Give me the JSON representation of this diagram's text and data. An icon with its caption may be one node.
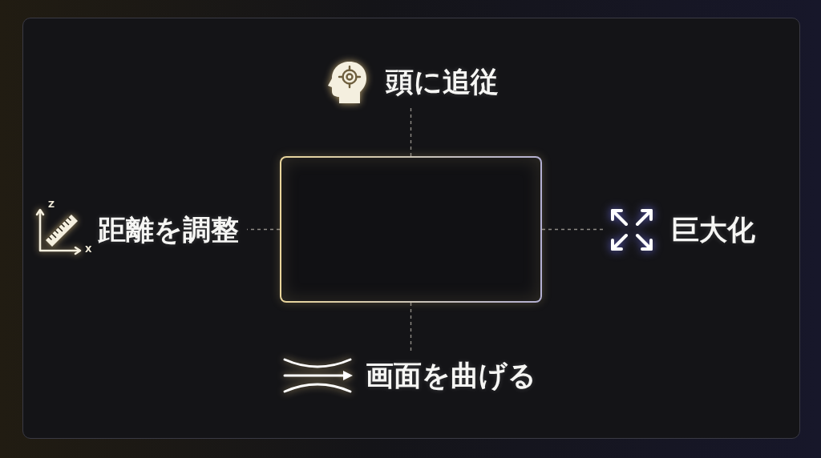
{
  "diagram": {
    "nodes": [
      {
        "text": [
          "頭に追従"
        ]
      },
      {
        "text": [
          "距離を調整"
        ]
      },
      {
        "text": [],
        "shape": "box"
      },
      {
        "text": [
          "巨大化"
        ]
      },
      {
        "text": [
          "画面を曲げる"
        ]
      }
    ],
    "edges": [
      {
        "from": 2,
        "to": 0,
        "arrow": "none",
        "style": "dashed"
      },
      {
        "from": 2,
        "to": 1,
        "arrow": "none",
        "style": "dashed"
      },
      {
        "from": 2,
        "to": 3,
        "arrow": "none",
        "style": "dashed"
      },
      {
        "from": 2,
        "to": 4,
        "arrow": "none",
        "style": "dashed"
      }
    ],
    "labels": [
      "Z",
      "X"
    ]
  }
}
